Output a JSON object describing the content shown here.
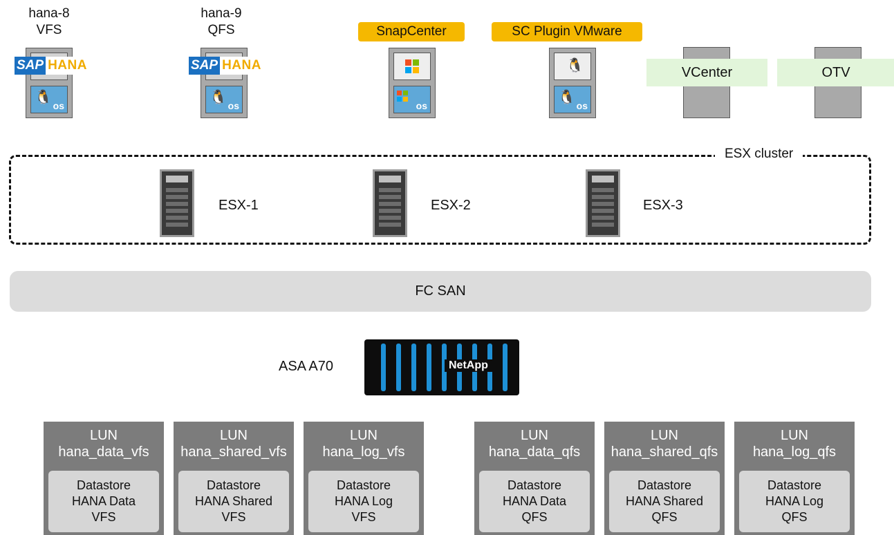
{
  "vms": [
    {
      "name": "hana-8",
      "type": "VFS",
      "app": "sap-hana",
      "app_logo_sap": "SAP",
      "app_logo_hana": "HANA",
      "os": "linux",
      "os_label": "os"
    },
    {
      "name": "hana-9",
      "type": "QFS",
      "app": "sap-hana",
      "app_logo_sap": "SAP",
      "app_logo_hana": "HANA",
      "os": "linux",
      "os_label": "os"
    },
    {
      "badge": "SnapCenter",
      "app": "windows-app",
      "os": "windows",
      "os_label": "os"
    },
    {
      "badge": "SC Plugin VMware",
      "app": "linux-app",
      "os": "linux",
      "os_label": "os"
    },
    {
      "label": "VCenter"
    },
    {
      "label": "OTV"
    }
  ],
  "cluster": {
    "label": "ESX cluster",
    "hosts": [
      "ESX-1",
      "ESX-2",
      "ESX-3"
    ]
  },
  "network": {
    "label": "FC SAN"
  },
  "storage": {
    "label": "ASA A70",
    "brand": "NetApp"
  },
  "luns": [
    {
      "t1": "LUN",
      "t2": "hana_data_vfs",
      "ds1": "Datastore",
      "ds2": "HANA Data",
      "ds3": "VFS"
    },
    {
      "t1": "LUN",
      "t2": "hana_shared_vfs",
      "ds1": "Datastore",
      "ds2": "HANA Shared",
      "ds3": "VFS"
    },
    {
      "t1": "LUN",
      "t2": "hana_log_vfs",
      "ds1": "Datastore",
      "ds2": "HANA Log",
      "ds3": "VFS"
    },
    {
      "t1": "LUN",
      "t2": "hana_data_qfs",
      "ds1": "Datastore",
      "ds2": "HANA Data",
      "ds3": "QFS"
    },
    {
      "t1": "LUN",
      "t2": "hana_shared_qfs",
      "ds1": "Datastore",
      "ds2": "HANA Shared",
      "ds3": "QFS"
    },
    {
      "t1": "LUN",
      "t2": "hana_log_qfs",
      "ds1": "Datastore",
      "ds2": "HANA Log",
      "ds3": "QFS"
    }
  ],
  "colors": {
    "badge": "#f5b800",
    "vm_label_bg": "#e2f5da",
    "lun_bg": "#7c7c7c",
    "datastore_bg": "#d6d6d6",
    "fcsan_bg": "#dcdcdc",
    "stripe": "#1e90d6"
  }
}
